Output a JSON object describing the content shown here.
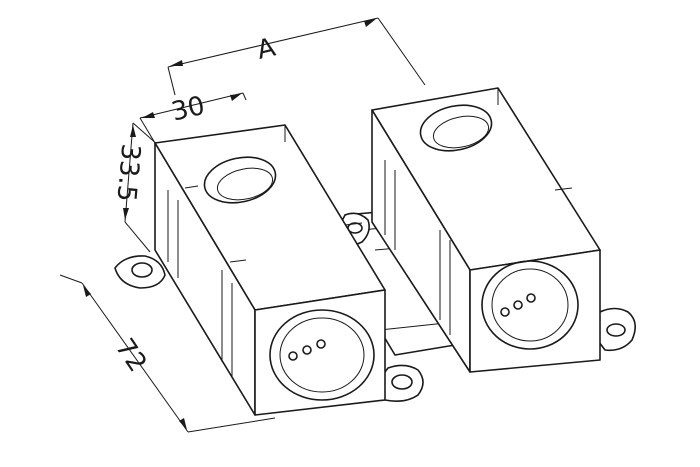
{
  "dimensions": {
    "a_label": "A",
    "width_label": "30",
    "height_label": "33.5",
    "length_label": "72"
  },
  "colors": {
    "line": "#1a1a1a",
    "background": "#ffffff"
  }
}
